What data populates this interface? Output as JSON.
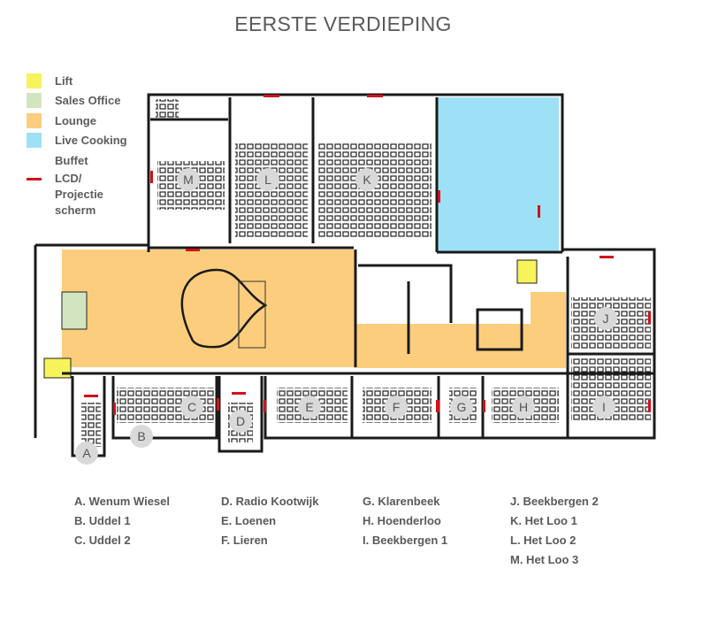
{
  "title": "EERSTE VERDIEPING",
  "legend": [
    {
      "label": "Lift",
      "color": "#f7f35a"
    },
    {
      "label": "Sales Office",
      "color": "#d3e5c0"
    },
    {
      "label": "Lounge",
      "color": "#fccd7d"
    },
    {
      "label": "Live Cooking",
      "color": "#9ee1f6"
    },
    {
      "label": "Buffet",
      "color": ""
    },
    {
      "label": "LCD/ Projectie scherm",
      "line1": "LCD/",
      "line2": "Projectie",
      "line3": "scherm",
      "color": "#d0121b"
    }
  ],
  "room_markers": [
    "A",
    "B",
    "C",
    "D",
    "E",
    "F",
    "G",
    "H",
    "I",
    "J",
    "K",
    "L",
    "M"
  ],
  "room_list": {
    "col1": [
      "A. Wenum Wiesel",
      "B. Uddel 1",
      "C. Uddel 2"
    ],
    "col2": [
      "D. Radio Kootwijk",
      "E. Loenen",
      "F. Lieren"
    ],
    "col3": [
      "G. Klarenbeek",
      "H. Hoenderloo",
      "I. Beekbergen 1"
    ],
    "col4": [
      "J. Beekbergen 2",
      "K. Het Loo 1",
      "L. Het Loo 2",
      "M. Het Loo 3"
    ]
  }
}
